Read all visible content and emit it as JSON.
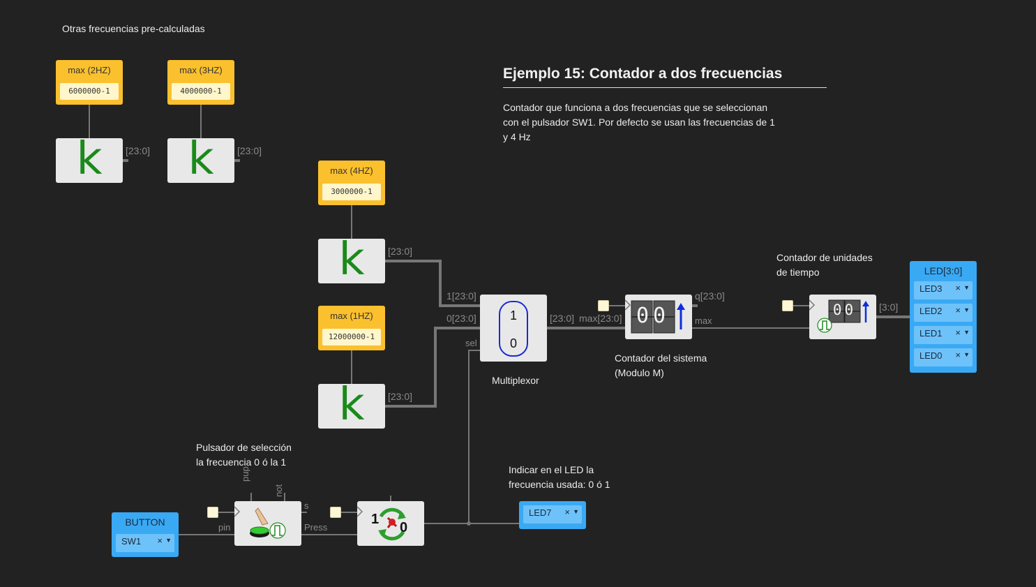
{
  "notes": {
    "other_freqs": "Otras frecuencias pre-calculadas",
    "title": "Ejemplo 15: Contador a dos frecuencias",
    "description": "Contador que funciona a dos frecuencias que se seleccionan con el pulsador SW1. Por defecto se usan las frecuencias de 1 y 4 Hz",
    "time_counter_1": "Contador de unidades",
    "time_counter_2": "de tiempo",
    "system_counter_1": "Contador del sistema",
    "system_counter_2": "(Modulo M)",
    "mux_label": "Multiplexor",
    "button_note_1": "Pulsador de selección",
    "button_note_2": "la frecuencia 0 ó la 1",
    "led_note_1": "Indicar en el LED la",
    "led_note_2": "frecuencia usada: 0 ó 1"
  },
  "constants": [
    {
      "label": "max (2HZ)",
      "value": "6000000-1"
    },
    {
      "label": "max (3HZ)",
      "value": "4000000-1"
    },
    {
      "label": "max (4HZ)",
      "value": "3000000-1"
    },
    {
      "label": "max (1HZ)",
      "value": "12000000-1"
    }
  ],
  "k_blocks": {
    "glyph": "k",
    "out_label": "[23:0]"
  },
  "mux": {
    "in1": "1[23:0]",
    "in0": "0[23:0]",
    "sel": "sel",
    "out": "[23:0]",
    "sym1": "1",
    "sym0": "0"
  },
  "sys_counter": {
    "in_max": "max[23:0]",
    "out_q": "q[23:0]",
    "out_max": "max",
    "digits": "00"
  },
  "time_counter": {
    "out": "[3:0]",
    "digits": "00"
  },
  "button_block": {
    "pup": "pup",
    "not": "not",
    "s": "s",
    "pin": "pin",
    "press": "Press"
  },
  "toggle": {
    "left": "1",
    "right": "0"
  },
  "leds_out": {
    "title": "LED[3:0]",
    "items": [
      "LED3",
      "LED2",
      "LED1",
      "LED0"
    ]
  },
  "button_in": {
    "title": "BUTTON",
    "pin": "SW1"
  },
  "led7": {
    "pin": "LED7"
  },
  "close_mark": "×",
  "dropdown_mark": "▼",
  "colors": {
    "background": "#222222",
    "constant": "#fbc02d",
    "io": "#39a9f4",
    "k_green": "#1a8a1a",
    "wire": "#777777"
  }
}
